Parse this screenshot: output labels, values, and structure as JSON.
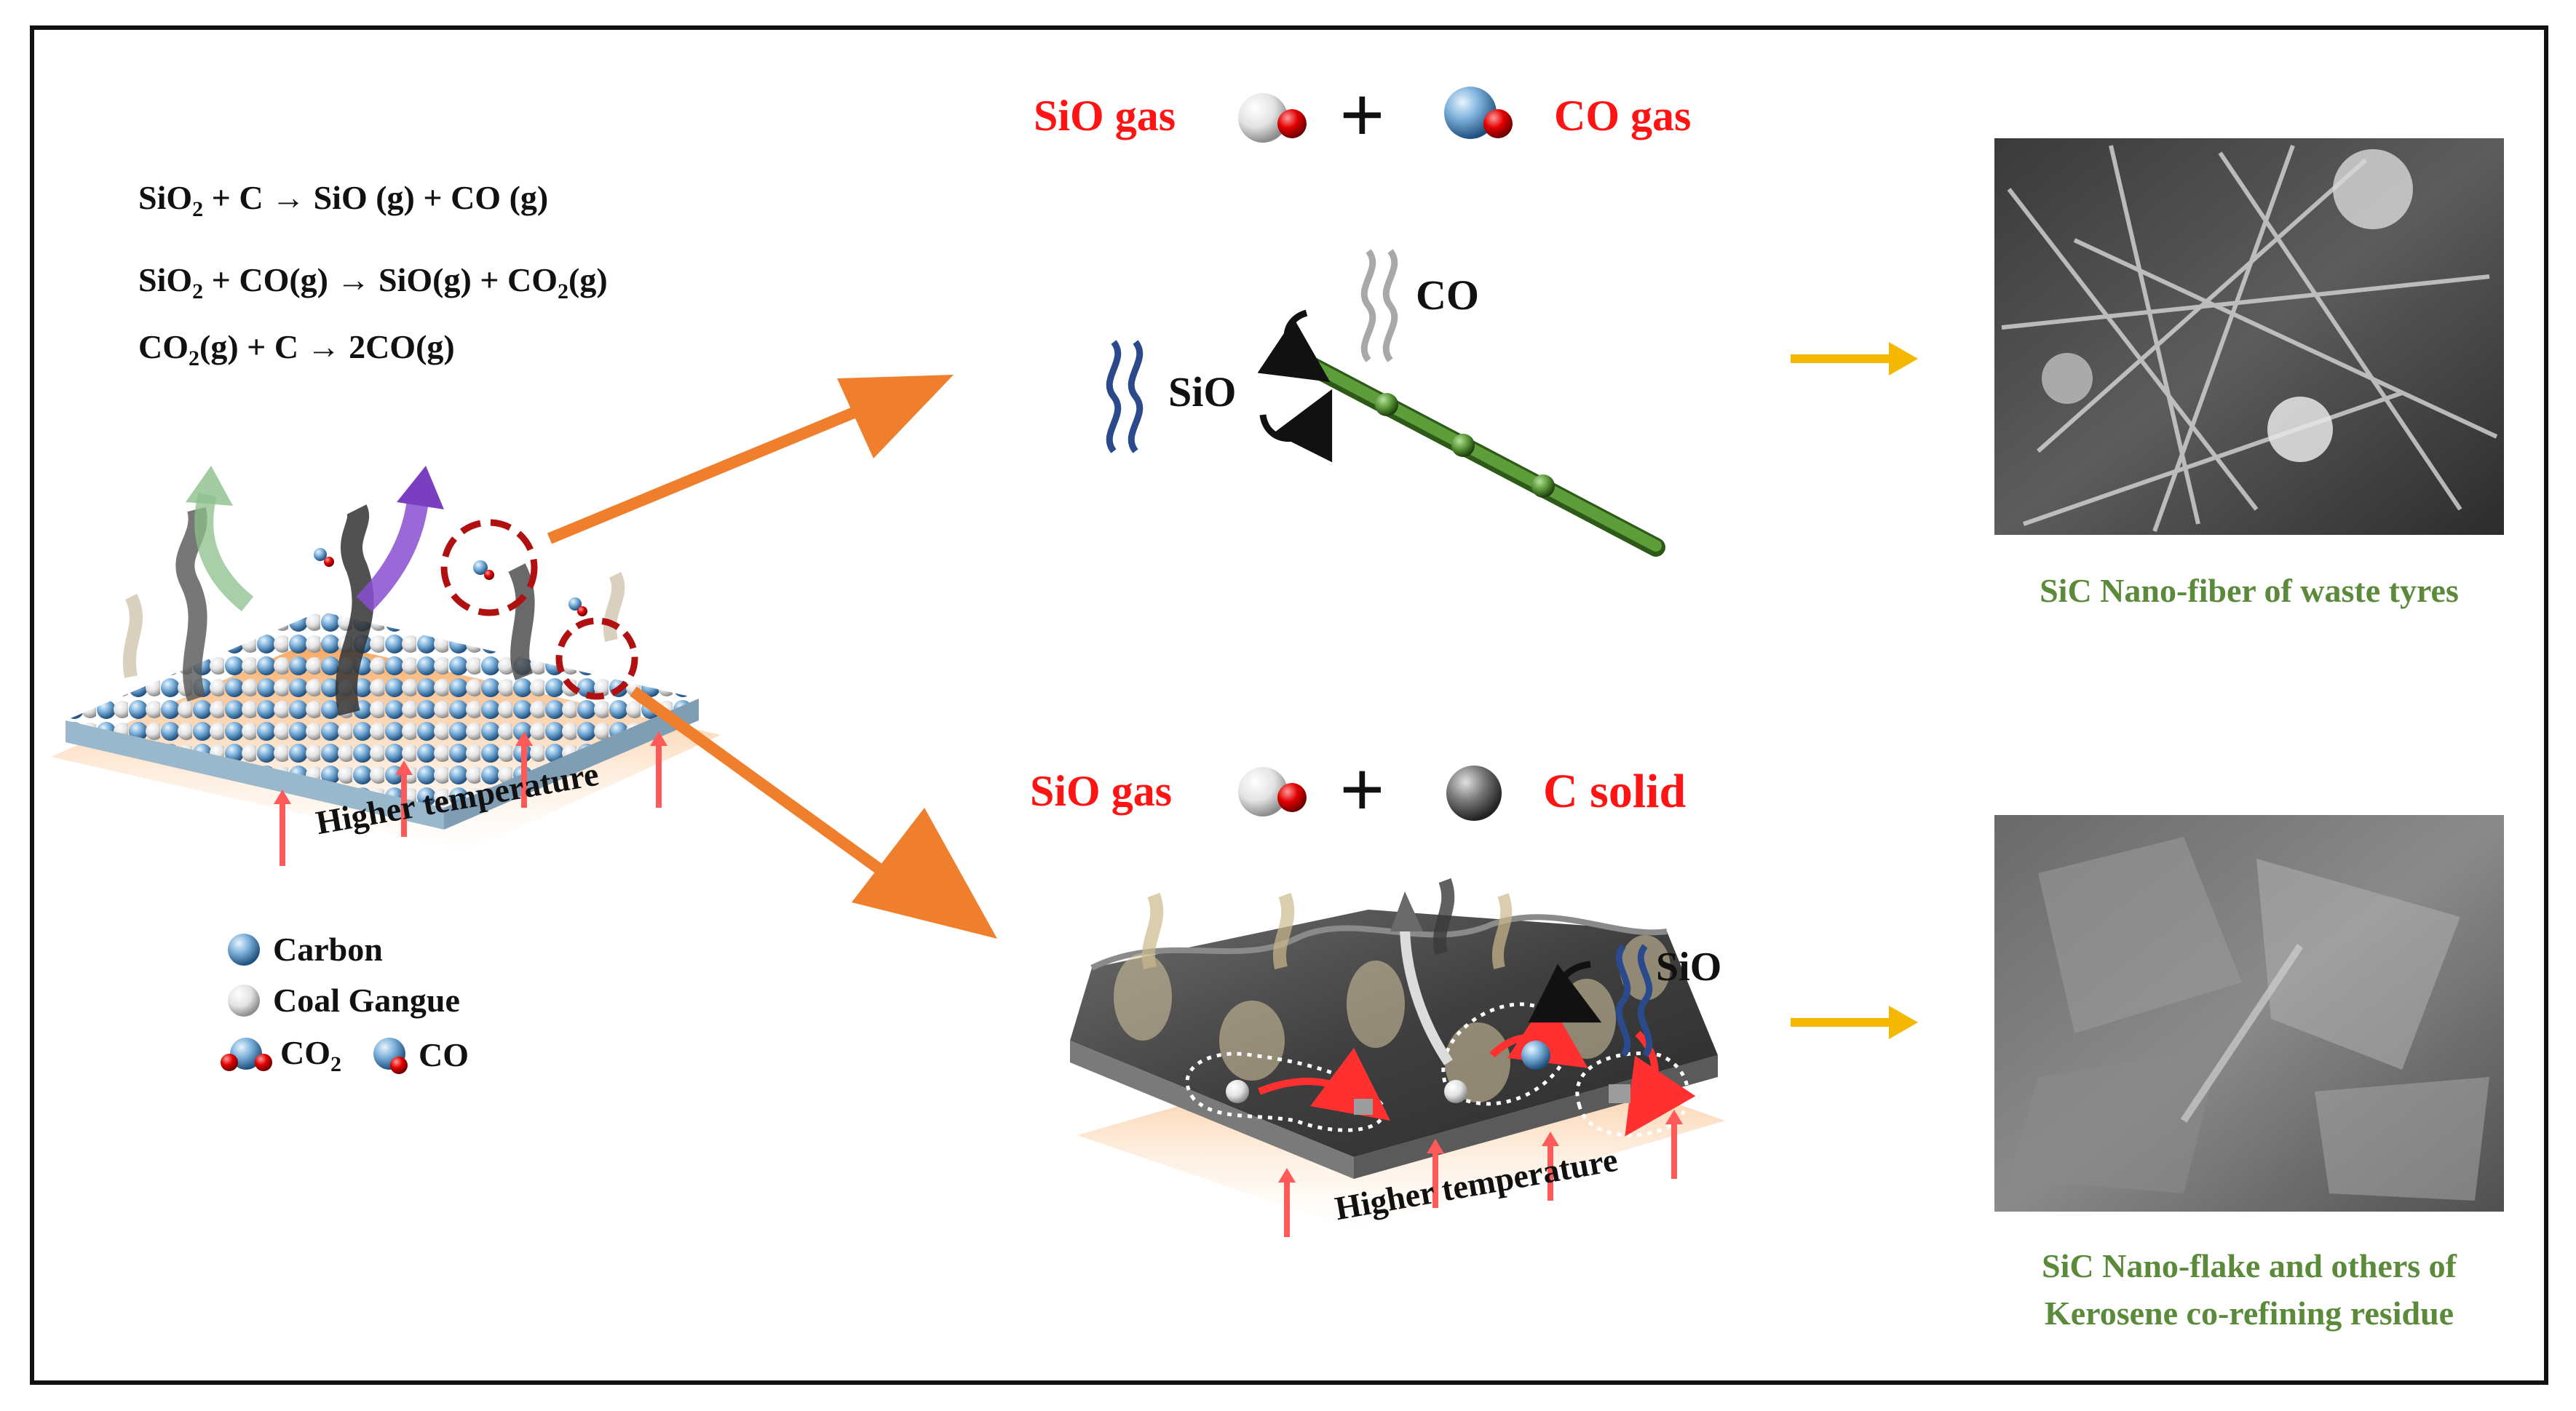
{
  "equations": [
    {
      "a": "SiO",
      "a_sub": "2",
      "b": " + C → SiO (g) + CO (g)"
    },
    {
      "a": "SiO",
      "a_sub": "2",
      "b": " + CO(g) → SiO(g) + CO",
      "b_sub": "2",
      "c": "(g)"
    },
    {
      "a": "CO",
      "a_sub": "2",
      "b": "(g) + C → 2CO(g)"
    }
  ],
  "top_reaction": {
    "left": "SiO gas",
    "plus": "+",
    "right": "CO gas"
  },
  "bottom_reaction": {
    "left": "SiO gas",
    "plus": "+",
    "right": "C solid"
  },
  "fiber_labels": {
    "sio": "SiO",
    "co": "CO"
  },
  "flake_labels": {
    "sio": "SiO"
  },
  "surface_label_1": "Higher temperature",
  "surface_label_2": "Higher temperature",
  "legend": {
    "carbon": "Carbon",
    "gangue": "Coal Gangue",
    "co2": "CO",
    "co2_sub": "2",
    "co": "CO"
  },
  "captions": {
    "top": "SiC Nano-fiber of waste tyres",
    "bottom_line1": "SiC Nano-flake and others of",
    "bottom_line2": "Kerosene co-refining residue"
  },
  "colors": {
    "red_text": "#ff1414",
    "green_text": "#5a8a3a",
    "orange_arrow": "#f07f2d",
    "yellow_arrow": "#f5b800",
    "fiber": "#4e8a2e"
  }
}
